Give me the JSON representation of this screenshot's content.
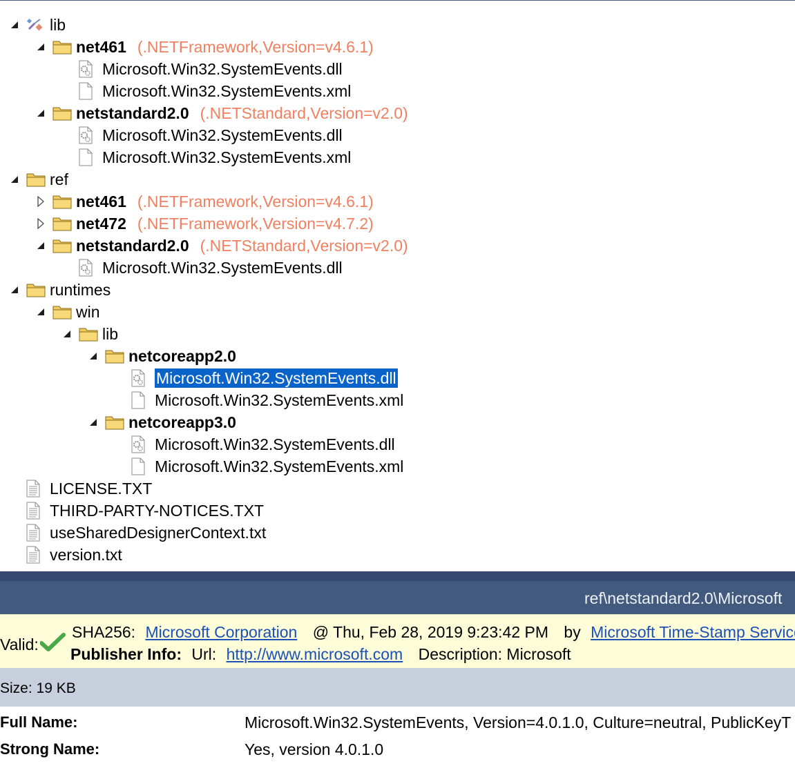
{
  "tree": [
    {
      "label": "lib",
      "bold": false,
      "icon": "lib-package-icon",
      "level": 0,
      "toggle": "expanded",
      "name": "tree-node-lib"
    },
    {
      "label": "net461",
      "bold": true,
      "icon": "folder-icon",
      "level": 1,
      "toggle": "expanded",
      "fw": "(.NETFramework,Version=v4.6.1)",
      "name": "tree-node-lib-net461"
    },
    {
      "label": "Microsoft.Win32.SystemEvents.dll",
      "icon": "dll-file-icon",
      "level": 2,
      "toggle": "none",
      "name": "tree-node-lib-net461-dll"
    },
    {
      "label": "Microsoft.Win32.SystemEvents.xml",
      "icon": "file-icon",
      "level": 2,
      "toggle": "none",
      "name": "tree-node-lib-net461-xml"
    },
    {
      "label": "netstandard2.0",
      "bold": true,
      "icon": "folder-icon",
      "level": 1,
      "toggle": "expanded",
      "fw": "(.NETStandard,Version=v2.0)",
      "name": "tree-node-lib-netstandard20"
    },
    {
      "label": "Microsoft.Win32.SystemEvents.dll",
      "icon": "dll-file-icon",
      "level": 2,
      "toggle": "none",
      "name": "tree-node-lib-netstandard20-dll"
    },
    {
      "label": "Microsoft.Win32.SystemEvents.xml",
      "icon": "file-icon",
      "level": 2,
      "toggle": "none",
      "name": "tree-node-lib-netstandard20-xml"
    },
    {
      "label": "ref",
      "bold": false,
      "icon": "folder-icon",
      "level": 0,
      "toggle": "expanded",
      "name": "tree-node-ref"
    },
    {
      "label": "net461",
      "bold": true,
      "icon": "folder-icon",
      "level": 1,
      "toggle": "collapsed",
      "fw": "(.NETFramework,Version=v4.6.1)",
      "name": "tree-node-ref-net461"
    },
    {
      "label": "net472",
      "bold": true,
      "icon": "folder-icon",
      "level": 1,
      "toggle": "collapsed",
      "fw": "(.NETFramework,Version=v4.7.2)",
      "name": "tree-node-ref-net472"
    },
    {
      "label": "netstandard2.0",
      "bold": true,
      "icon": "folder-icon",
      "level": 1,
      "toggle": "expanded",
      "fw": "(.NETStandard,Version=v2.0)",
      "name": "tree-node-ref-netstandard20"
    },
    {
      "label": "Microsoft.Win32.SystemEvents.dll",
      "icon": "dll-file-icon",
      "level": 2,
      "toggle": "none",
      "name": "tree-node-ref-netstandard20-dll"
    },
    {
      "label": "runtimes",
      "bold": false,
      "icon": "folder-icon",
      "level": 0,
      "toggle": "expanded",
      "name": "tree-node-runtimes"
    },
    {
      "label": "win",
      "bold": false,
      "icon": "folder-icon",
      "level": 1,
      "toggle": "expanded",
      "name": "tree-node-runtimes-win"
    },
    {
      "label": "lib",
      "bold": false,
      "icon": "folder-icon",
      "level": 2,
      "toggle": "expanded",
      "name": "tree-node-runtimes-win-lib"
    },
    {
      "label": "netcoreapp2.0",
      "bold": true,
      "icon": "folder-icon",
      "level": 3,
      "toggle": "expanded",
      "name": "tree-node-netcoreapp20"
    },
    {
      "label": "Microsoft.Win32.SystemEvents.dll",
      "icon": "dll-file-icon",
      "level": 4,
      "toggle": "none",
      "selected": true,
      "name": "tree-node-netcoreapp20-dll"
    },
    {
      "label": "Microsoft.Win32.SystemEvents.xml",
      "icon": "file-icon",
      "level": 4,
      "toggle": "none",
      "name": "tree-node-netcoreapp20-xml"
    },
    {
      "label": "netcoreapp3.0",
      "bold": true,
      "icon": "folder-icon",
      "level": 3,
      "toggle": "expanded",
      "name": "tree-node-netcoreapp30"
    },
    {
      "label": "Microsoft.Win32.SystemEvents.dll",
      "icon": "dll-file-icon",
      "level": 4,
      "toggle": "none",
      "name": "tree-node-netcoreapp30-dll"
    },
    {
      "label": "Microsoft.Win32.SystemEvents.xml",
      "icon": "file-icon",
      "level": 4,
      "toggle": "none",
      "name": "tree-node-netcoreapp30-xml"
    },
    {
      "label": "LICENSE.TXT",
      "icon": "text-file-icon",
      "level": 0,
      "toggle": "spacer",
      "name": "tree-node-license"
    },
    {
      "label": "THIRD-PARTY-NOTICES.TXT",
      "icon": "text-file-icon",
      "level": 0,
      "toggle": "spacer",
      "name": "tree-node-third-party-notices"
    },
    {
      "label": "useSharedDesignerContext.txt",
      "icon": "text-file-icon",
      "level": 0,
      "toggle": "spacer",
      "name": "tree-node-usesharedesignercontext"
    },
    {
      "label": "version.txt",
      "icon": "text-file-icon",
      "level": 0,
      "toggle": "spacer",
      "name": "tree-node-version"
    }
  ],
  "pathbar": {
    "path": "ref\\netstandard2.0\\Microsoft"
  },
  "signature": {
    "valid_label": "Valid:",
    "sha_label": "SHA256:",
    "signer": "Microsoft Corporation",
    "at": "@ Thu, Feb 28, 2019 9:23:42 PM",
    "by": "by",
    "timestamp_service": "Microsoft Time-Stamp Service",
    "publisher_label": "Publisher Info:",
    "url_label": "Url:",
    "url": "http://www.microsoft.com",
    "description": "Description: Microsoft"
  },
  "size": {
    "text": "Size: 19 KB"
  },
  "properties": [
    {
      "key": "Full Name:",
      "value": "Microsoft.Win32.SystemEvents, Version=4.0.1.0, Culture=neutral, PublicKeyT"
    },
    {
      "key": "Strong Name:",
      "value": "Yes, version 4.0.1.0"
    }
  ],
  "colors": {
    "accent": "#0a63c9",
    "framework_label": "#f08060",
    "header_bar": "#415a7e",
    "valid_bar": "#fdfcd9",
    "size_bar": "#c8cfdd",
    "link": "#1a50b8"
  }
}
